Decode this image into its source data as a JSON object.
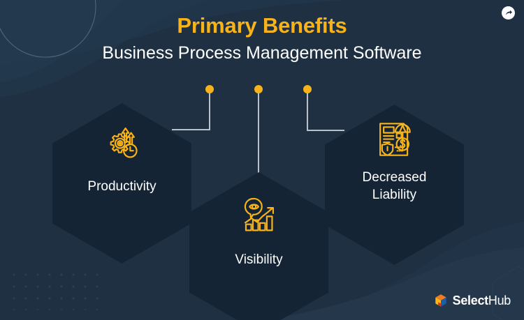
{
  "header": {
    "title": "Primary Benefits",
    "subtitle": "Business Process Management Software"
  },
  "colors": {
    "background": "#1e3042",
    "background_wave": "#24394d",
    "hexagon": "#152434",
    "accent": "#f7b319",
    "text": "#ffffff",
    "connector": "#b9c2ca",
    "logo_orange": "#f47b20",
    "logo_yellow": "#fdb913",
    "logo_blue": "#1b5faa"
  },
  "benefits": [
    {
      "id": "productivity",
      "label": "Productivity",
      "icon": "gear-clock-arrows-icon"
    },
    {
      "id": "visibility",
      "label": "Visibility",
      "icon": "eye-bar-chart-growth-icon"
    },
    {
      "id": "liability",
      "label": "Decreased\nLiability",
      "icon": "document-umbrella-shield-dollar-icon"
    }
  ],
  "share_button": {
    "icon": "share-arrow-icon"
  },
  "logo": {
    "mark": "selecthub-cube-icon",
    "name_bold": "Select",
    "name_regular": "Hub"
  }
}
